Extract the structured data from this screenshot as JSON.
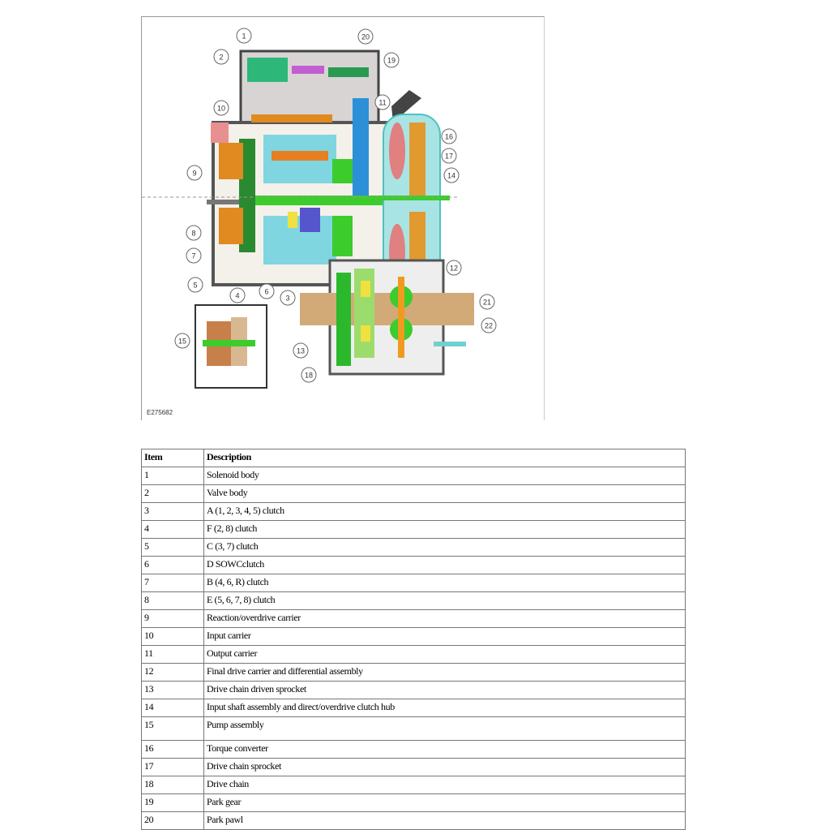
{
  "figure": {
    "id": "E275682",
    "callouts": [
      "1",
      "2",
      "20",
      "19",
      "10",
      "11",
      "16",
      "17",
      "9",
      "14",
      "8",
      "7",
      "5",
      "4",
      "6",
      "3",
      "12",
      "21",
      "22",
      "15",
      "13",
      "18"
    ]
  },
  "table": {
    "headers": [
      "Item",
      "Description"
    ],
    "rows": [
      [
        "1",
        "Solenoid body"
      ],
      [
        "2",
        "Valve body"
      ],
      [
        "3",
        "A (1, 2, 3, 4, 5) clutch"
      ],
      [
        "4",
        "F (2, 8) clutch"
      ],
      [
        "5",
        "C (3, 7) clutch"
      ],
      [
        "6",
        "D SOWCclutch"
      ],
      [
        "7",
        "B (4, 6, R) clutch"
      ],
      [
        "8",
        "E (5, 6, 7, 8) clutch"
      ],
      [
        "9",
        "Reaction/overdrive carrier"
      ],
      [
        "10",
        "Input carrier"
      ],
      [
        "11",
        "Output carrier"
      ],
      [
        "12",
        "Final drive carrier and differential assembly"
      ],
      [
        "13",
        "Drive chain driven sprocket"
      ],
      [
        "14",
        "Input shaft assembly and direct/overdrive clutch hub"
      ],
      [
        "15",
        "Pump assembly"
      ],
      [
        "16",
        "Torque converter"
      ],
      [
        "17",
        "Drive chain sprocket"
      ],
      [
        "18",
        "Drive chain"
      ],
      [
        "19",
        "Park gear"
      ],
      [
        "20",
        "Park pawl"
      ]
    ]
  }
}
